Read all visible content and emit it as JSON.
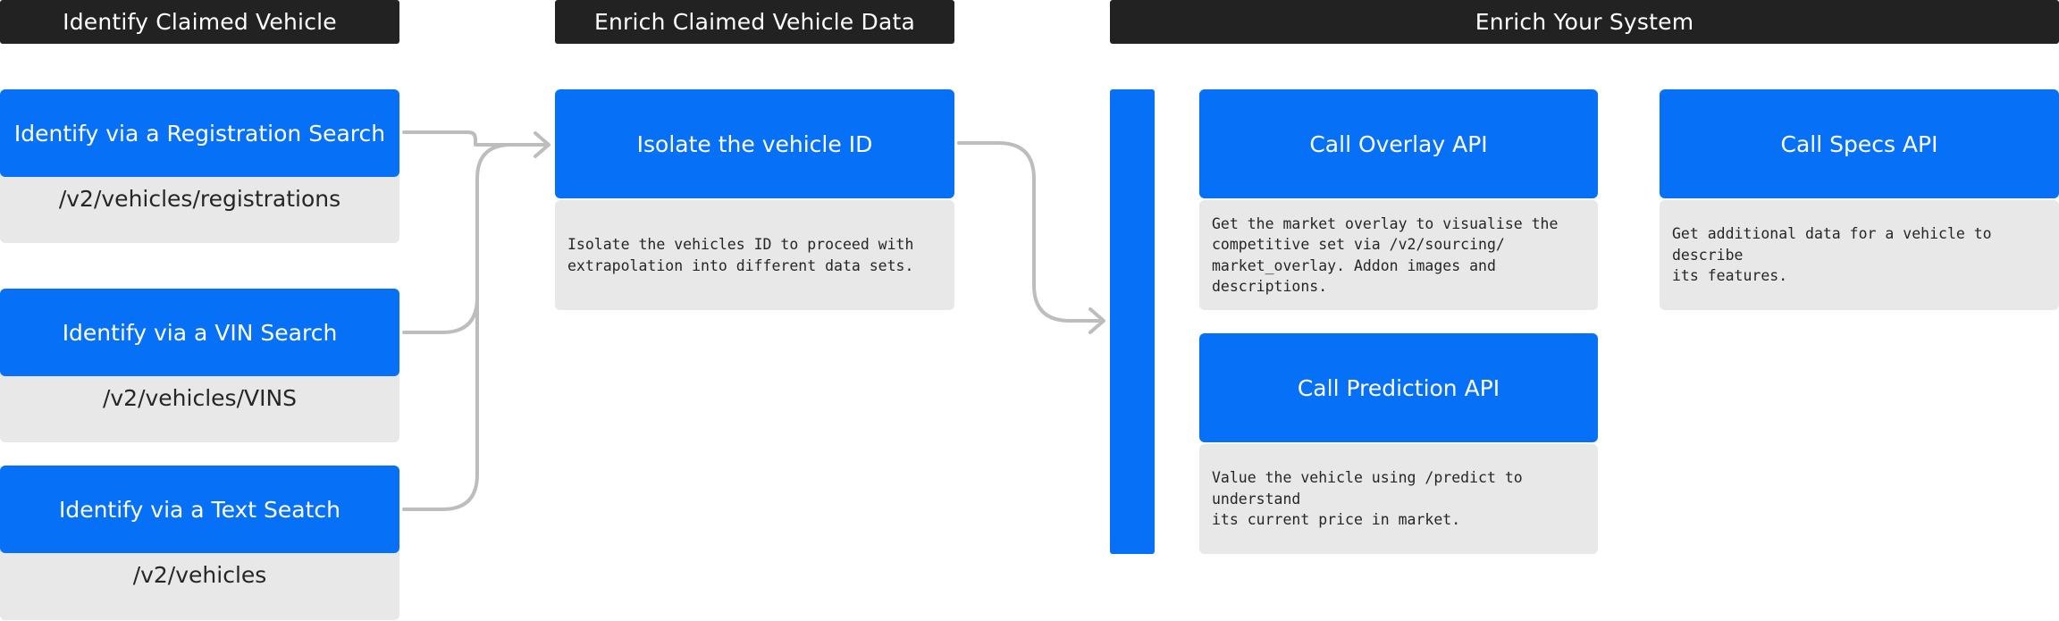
{
  "columns": {
    "identify": {
      "header": "Identify Claimed Vehicle"
    },
    "enrich_claimed": {
      "header": "Enrich Claimed Vehicle Data"
    },
    "enrich_system": {
      "header": "Enrich Your System"
    }
  },
  "identify_methods": [
    {
      "label": "Identify via a Registration Search",
      "endpoint": "/v2/vehicles/registrations"
    },
    {
      "label": "Identify via a VIN Search",
      "endpoint": "/v2/vehicles/VINS"
    },
    {
      "label": "Identify via a Text Seatch",
      "endpoint": "/v2/vehicles"
    }
  ],
  "isolate": {
    "label": "Isolate the vehicle ID",
    "description": "Isolate the vehicles ID to proceed with\nextrapolation into different data sets."
  },
  "apis": {
    "overlay": {
      "label": "Call Overlay API",
      "description": "Get the market overlay to visualise the\ncompetitive set via /v2/sourcing/\nmarket_overlay. Addon images and descriptions."
    },
    "specs": {
      "label": "Call Specs API",
      "description": "Get additional data for a vehicle to describe\nits features."
    },
    "prediction": {
      "label": "Call Prediction API",
      "description": "Value the vehicle using /predict to understand\nits current price in market."
    }
  },
  "colors": {
    "header_bg": "#222222",
    "box_blue": "#0670f7",
    "box_grey": "#e8e8e8",
    "connector": "#bdbdbd"
  }
}
